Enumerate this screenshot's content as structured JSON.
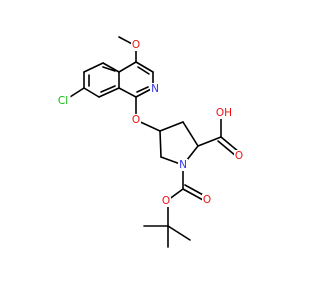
{
  "structure": {
    "atom_labels": {
      "cl": "Cl",
      "n_ring": "N",
      "o_methoxy": "O",
      "o_ether": "O",
      "oh": "OH",
      "o_acid": "O",
      "n_pyrrolidine": "N",
      "o_carbonyl": "O",
      "o_ester": "O"
    },
    "colors": {
      "bond": "#000000",
      "carbon": "#000000",
      "nitrogen": "#3333ee",
      "oxygen": "#ee1111",
      "chlorine": "#11bb11"
    }
  }
}
